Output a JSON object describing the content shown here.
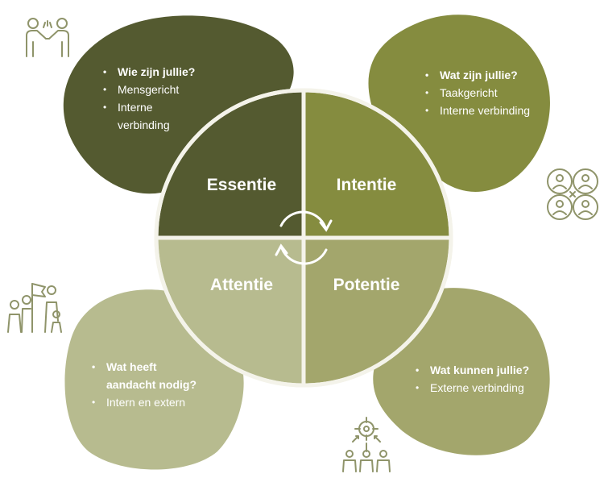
{
  "colors": {
    "essentie": "#545a30",
    "intentie": "#858c3f",
    "attentie": "#b7bb8f",
    "potentie": "#a3a66c",
    "blob_top_left": "#545a30",
    "blob_top_right": "#858c3f",
    "blob_bottom_left": "#b7bb8f",
    "blob_bottom_right": "#a3a66c",
    "icon_stroke": "#8f946a",
    "ring": "#f4f3ea"
  },
  "quadrants": {
    "essentie": "Essentie",
    "intentie": "Intentie",
    "attentie": "Attentie",
    "potentie": "Potentie"
  },
  "blobs": {
    "top_left": {
      "heading": "Wie zijn jullie?",
      "items": [
        "Mensgericht",
        "Interne verbinding"
      ]
    },
    "top_right": {
      "heading": "Wat zijn jullie?",
      "items": [
        "Taakgericht",
        "Interne verbinding"
      ]
    },
    "bottom_left": {
      "heading": "Wat heeft aandacht nodig?",
      "items": [
        "Intern en extern"
      ]
    },
    "bottom_right": {
      "heading": "Wat kunnen jullie?",
      "items": [
        "Externe verbinding"
      ]
    }
  },
  "icons": {
    "top_left": "handshake-people-icon",
    "top_right": "four-people-circles-icon",
    "bottom_left": "team-flag-icon",
    "bottom_right": "target-team-icon",
    "center": "cycle-arrows-icon"
  }
}
